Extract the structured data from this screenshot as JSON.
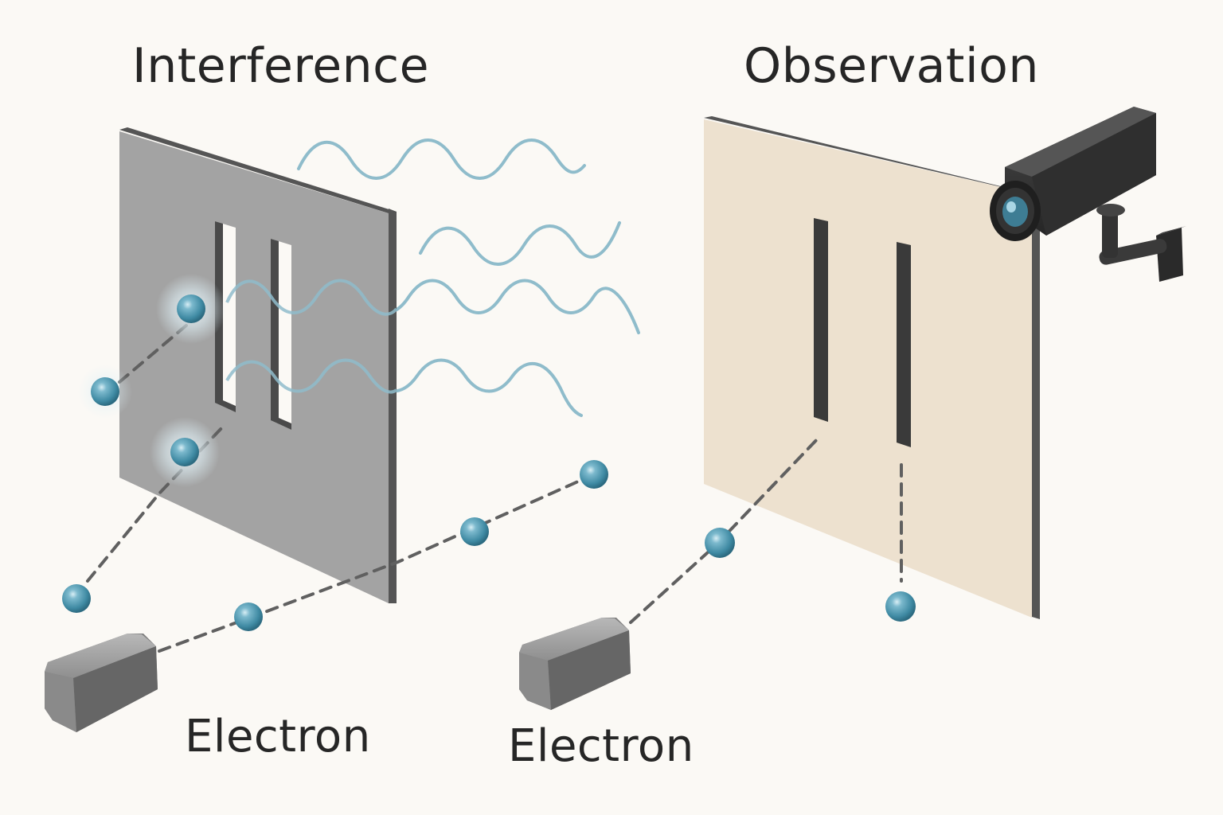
{
  "panels": {
    "interference": {
      "title": "Interference",
      "source_label": "Electron"
    },
    "observation": {
      "title": "Observation",
      "source_label": "Electron"
    }
  },
  "colors": {
    "background": "#fbf9f5",
    "left_barrier": "#a3a3a3",
    "right_barrier": "#ede1cf",
    "electron": "#4a90a8",
    "wave": "#8fbccb",
    "path": "#606060",
    "gun": "#7d7d7d",
    "camera": "#2d2d2d",
    "text": "#262626"
  },
  "icons": {
    "electron": "sphere",
    "source": "electron-gun",
    "camera": "surveillance-camera"
  }
}
